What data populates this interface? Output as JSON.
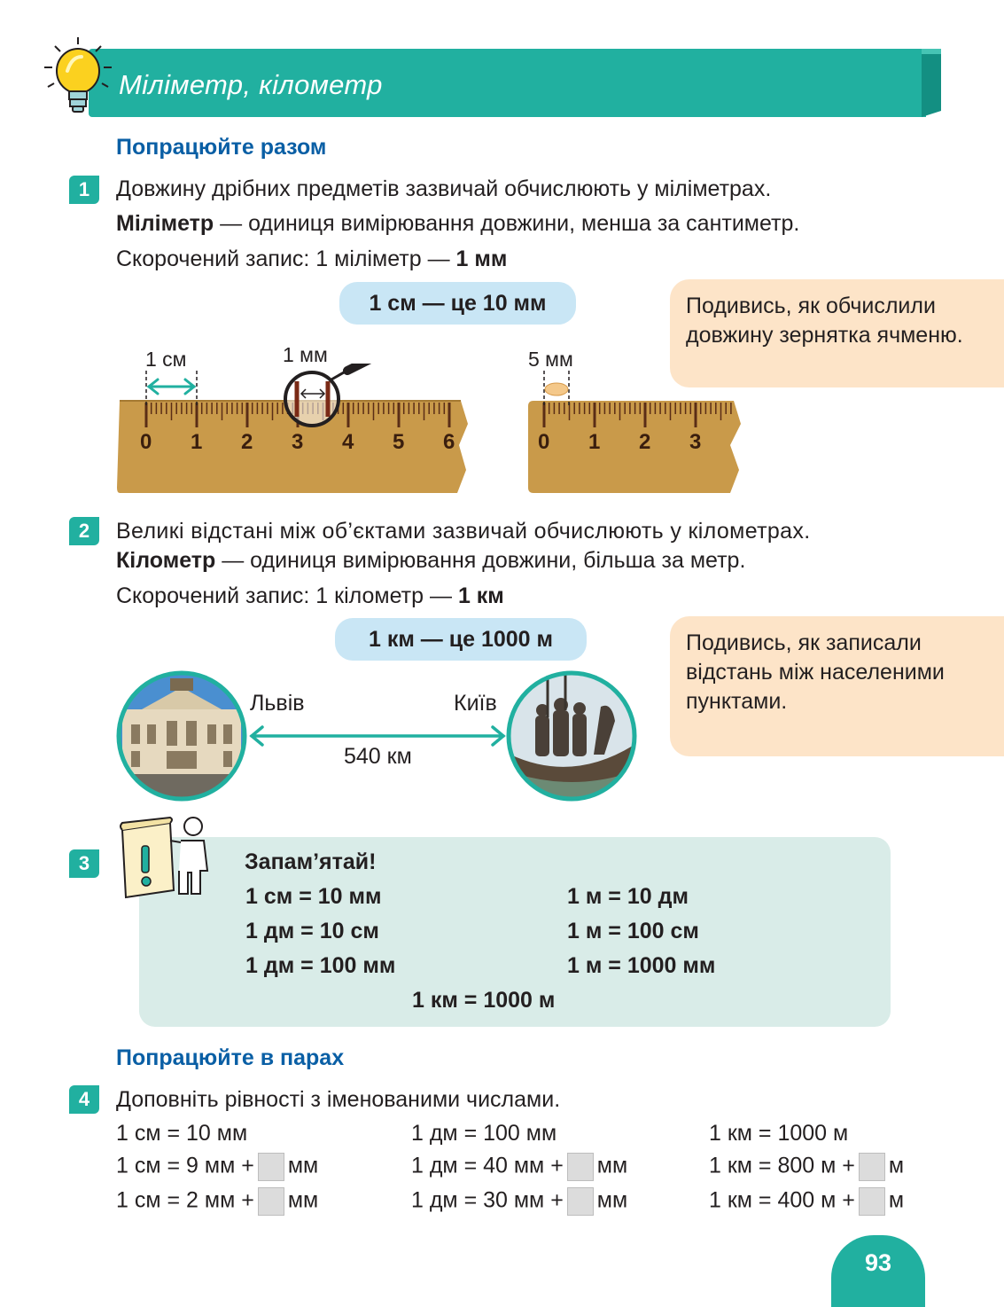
{
  "header": {
    "title": "Міліметр, кілометр"
  },
  "section1": {
    "heading": "Попрацюйте разом"
  },
  "task1": {
    "number": "1",
    "line1": "Довжину дрібних предметів зазвичай обчислюють  у міліметрах.",
    "line2_bold": "Міліметр",
    "line2_rest": " — одиниця  вимірювання довжини, менша за сантиметр.",
    "line3_prefix": "Скорочений запис: 1 міліметр — ",
    "line3_bold": "1 мм",
    "pill": "1 см — це 10 мм",
    "note": "Подивись, як обчислили довжину зернятка ячменю.",
    "ruler1": {
      "label_cm": "1 см",
      "label_mm": "1 мм",
      "ticks": [
        "0",
        "1",
        "2",
        "3",
        "4",
        "5",
        "6"
      ]
    },
    "ruler2": {
      "label_mm": "5 мм",
      "ticks": [
        "0",
        "1",
        "2",
        "3"
      ]
    }
  },
  "task2": {
    "number": "2",
    "line1": "Великі відстані між об’єктами зазвичай обчислюють у кілометрах.",
    "line2_bold": "Кілометр",
    "line2_rest": "  — одиниця вимірювання довжини, більша за метр.",
    "line3_prefix": "Скорочений запис: 1 кілометр — ",
    "line3_bold": "1 км",
    "pill": "1 км — це 1000 м",
    "note": "Подивись, як записали відстань між населеними пунктами.",
    "city_left": "Львів",
    "city_right": "Київ",
    "distance": "540 км"
  },
  "task3": {
    "number": "3",
    "heading": "Запам’ятай!",
    "left_col": [
      "1 см = 10 мм",
      "1 дм = 10 см",
      "1 дм = 100 мм"
    ],
    "right_col": [
      "1 м = 10 дм",
      "1 м = 100 см",
      "1 м = 1000 мм"
    ],
    "bottom": "1 км = 1000 м"
  },
  "section2": {
    "heading": "Попрацюйте в парах"
  },
  "task4": {
    "number": "4",
    "instruction": "Доповніть рівності з іменованими числами.",
    "col1": {
      "row1": "1 см = 10 мм",
      "row2_prefix": "1 см = 9 мм +",
      "row2_unit": "мм",
      "row3_prefix": "1 см = 2 мм +",
      "row3_unit": "мм"
    },
    "col2": {
      "row1": "1 дм = 100 мм",
      "row2_prefix": "1 дм = 40 мм +",
      "row2_unit": "мм",
      "row3_prefix": "1 дм = 30 мм +",
      "row3_unit": "мм"
    },
    "col3": {
      "row1": "1 км = 1000 м",
      "row2_prefix": "1 км = 800 м +",
      "row2_unit": "м",
      "row3_prefix": "1 км = 400 м +",
      "row3_unit": "м"
    }
  },
  "footer": {
    "page_number": "93"
  },
  "colors": {
    "teal": "#21b0a0",
    "heading_blue": "#0a5fa5",
    "pill_blue": "#c9e6f5",
    "note_peach": "#fde4c8",
    "memo_green": "#d9ece8",
    "ruler_wood": "#c99a4a"
  }
}
